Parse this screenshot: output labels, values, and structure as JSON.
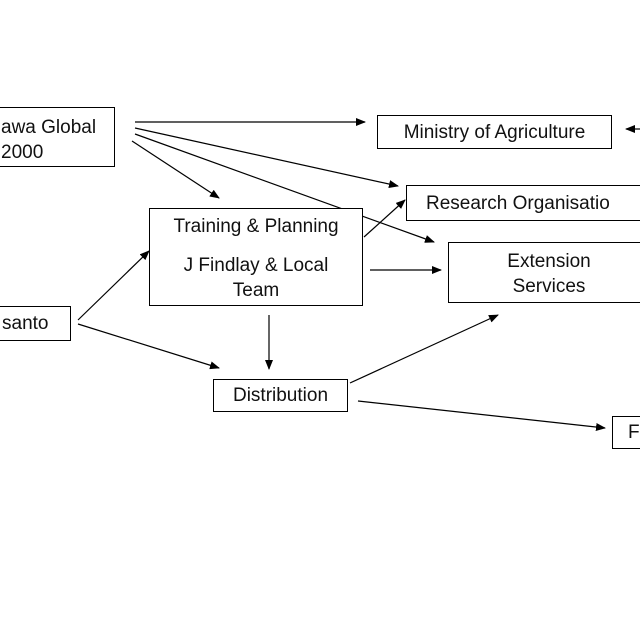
{
  "diagram": {
    "nodes": {
      "sasakawa": {
        "lines": [
          "awa Global",
          "2000"
        ]
      },
      "ministry": {
        "lines": [
          "Ministry of Agriculture"
        ]
      },
      "research": {
        "lines": [
          "Research Organisatio"
        ]
      },
      "training": {
        "lines": [
          "Training & Planning",
          "J Findlay & Local",
          "Team"
        ]
      },
      "extension": {
        "lines": [
          "Extension",
          "Services"
        ]
      },
      "monsanto": {
        "lines": [
          "santo"
        ]
      },
      "distribution": {
        "lines": [
          "Distribution"
        ]
      },
      "farmers": {
        "lines": [
          "F"
        ]
      }
    }
  }
}
